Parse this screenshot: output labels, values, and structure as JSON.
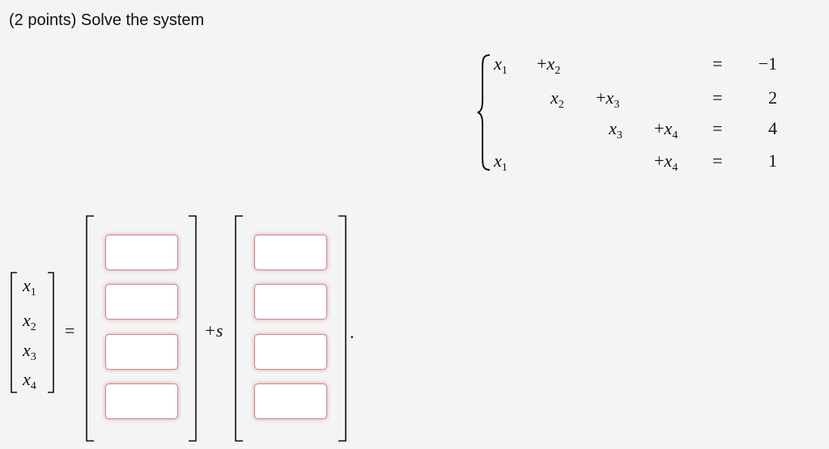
{
  "prompt": "(2 points) Solve the system",
  "system": {
    "rows": [
      {
        "terms": [
          {
            "pos": "c1",
            "text": "x",
            "sub": "1"
          },
          {
            "pos": "c2",
            "text": "+x",
            "sub": "2"
          }
        ],
        "rhs": "−1"
      },
      {
        "terms": [
          {
            "pos": "c2b",
            "text": "x",
            "sub": "2"
          },
          {
            "pos": "c3",
            "text": "+x",
            "sub": "3"
          }
        ],
        "rhs": "2"
      },
      {
        "terms": [
          {
            "pos": "c3b",
            "text": "x",
            "sub": "3"
          },
          {
            "pos": "c4",
            "text": "+x",
            "sub": "4"
          }
        ],
        "rhs": "4"
      },
      {
        "terms": [
          {
            "pos": "c1",
            "text": "x",
            "sub": "1"
          },
          {
            "pos": "c4",
            "text": "+x",
            "sub": "4"
          }
        ],
        "rhs": "1"
      }
    ],
    "equals": "="
  },
  "solution": {
    "vector_vars": [
      {
        "text": "x",
        "sub": "1"
      },
      {
        "text": "x",
        "sub": "2"
      },
      {
        "text": "x",
        "sub": "3"
      },
      {
        "text": "x",
        "sub": "4"
      }
    ],
    "equals": "=",
    "plus_s": "+s",
    "period": ".",
    "particular": [
      "",
      "",
      "",
      ""
    ],
    "direction": [
      "",
      "",
      "",
      ""
    ]
  }
}
